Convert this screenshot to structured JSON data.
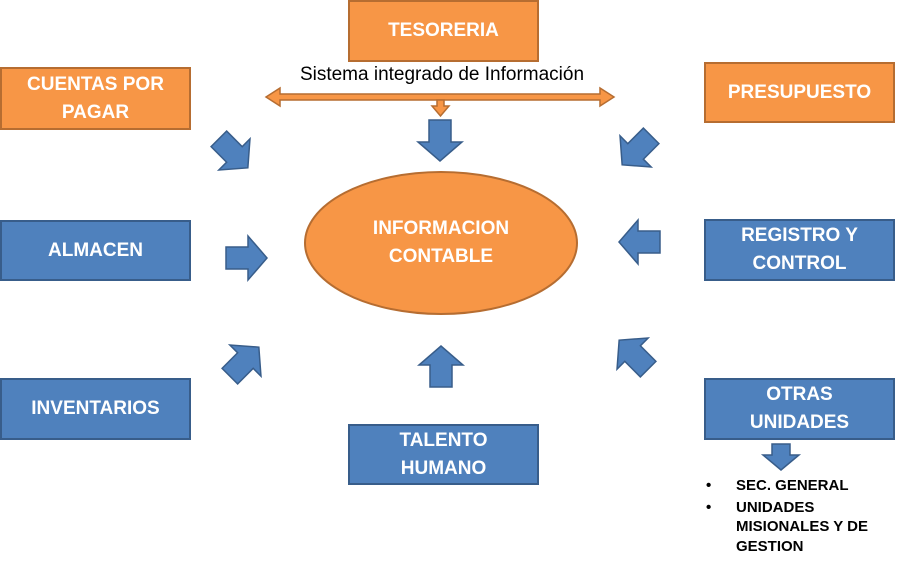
{
  "center": {
    "label_line1": "INFORMACION",
    "label_line2": "CONTABLE"
  },
  "top_label": "Sistema integrado de Información",
  "nodes": {
    "tesoreria": {
      "line1": "TESORERIA"
    },
    "cuentas": {
      "line1": "CUENTAS POR",
      "line2": "PAGAR"
    },
    "presupuesto": {
      "line1": "PRESUPUESTO"
    },
    "almacen": {
      "line1": "ALMACEN"
    },
    "registro": {
      "line1": "REGISTRO Y",
      "line2": "CONTROL"
    },
    "inventarios": {
      "line1": "INVENTARIOS"
    },
    "talento": {
      "line1": "TALENTO",
      "line2": "HUMANO"
    },
    "otras": {
      "line1": "OTRAS",
      "line2": "UNIDADES"
    }
  },
  "otras_list": [
    "SEC. GENERAL",
    "UNIDADES MISIONALES Y DE GESTION"
  ],
  "colors": {
    "orange_fill": "#f79646",
    "orange_border": "#b66d31",
    "blue_fill": "#4f81bd",
    "blue_border": "#385d8a"
  }
}
